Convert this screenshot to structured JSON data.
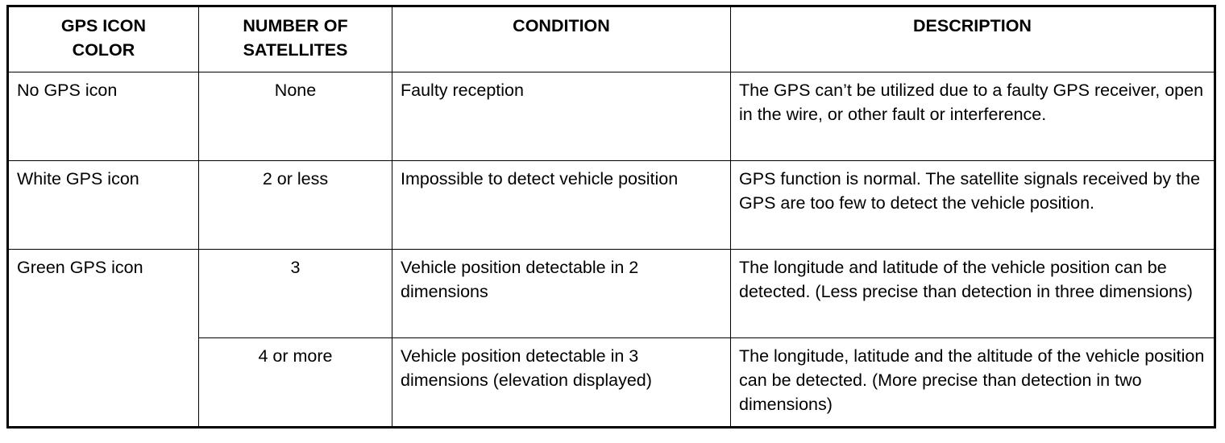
{
  "table": {
    "headers": [
      "GPS ICON COLOR",
      "NUMBER OF SATELLITES",
      "CONDITION",
      "DESCRIPTION"
    ],
    "header_lines": [
      [
        "GPS ICON",
        "COLOR"
      ],
      [
        "NUMBER OF",
        "SATELLITES"
      ],
      [
        "CONDITION"
      ],
      [
        "DESCRIPTION"
      ]
    ],
    "rows": [
      {
        "icon_color": "No GPS icon",
        "satellites": "None",
        "condition": "Faulty reception",
        "description": "The GPS can’t be utilized due to a faulty GPS receiver, open in the wire, or other fault or interference."
      },
      {
        "icon_color": "White GPS icon",
        "satellites": "2 or less",
        "condition": "Impossible to detect vehicle position",
        "description": "GPS function is normal. The satellite signals received by the GPS are too few to detect the vehicle position."
      },
      {
        "icon_color": "Green GPS icon",
        "satellites": "3",
        "condition": "Vehicle position detectable in 2 dimensions",
        "description": "The longitude and latitude of the vehicle position can be detected. (Less precise than detection in three dimensions)"
      },
      {
        "satellites": "4 or more",
        "condition": "Vehicle position detectable in 3 dimensions (elevation displayed)",
        "description": "The longitude, latitude and the altitude of the vehicle position can be detected. (More precise than detection in two dimensions)"
      }
    ]
  }
}
